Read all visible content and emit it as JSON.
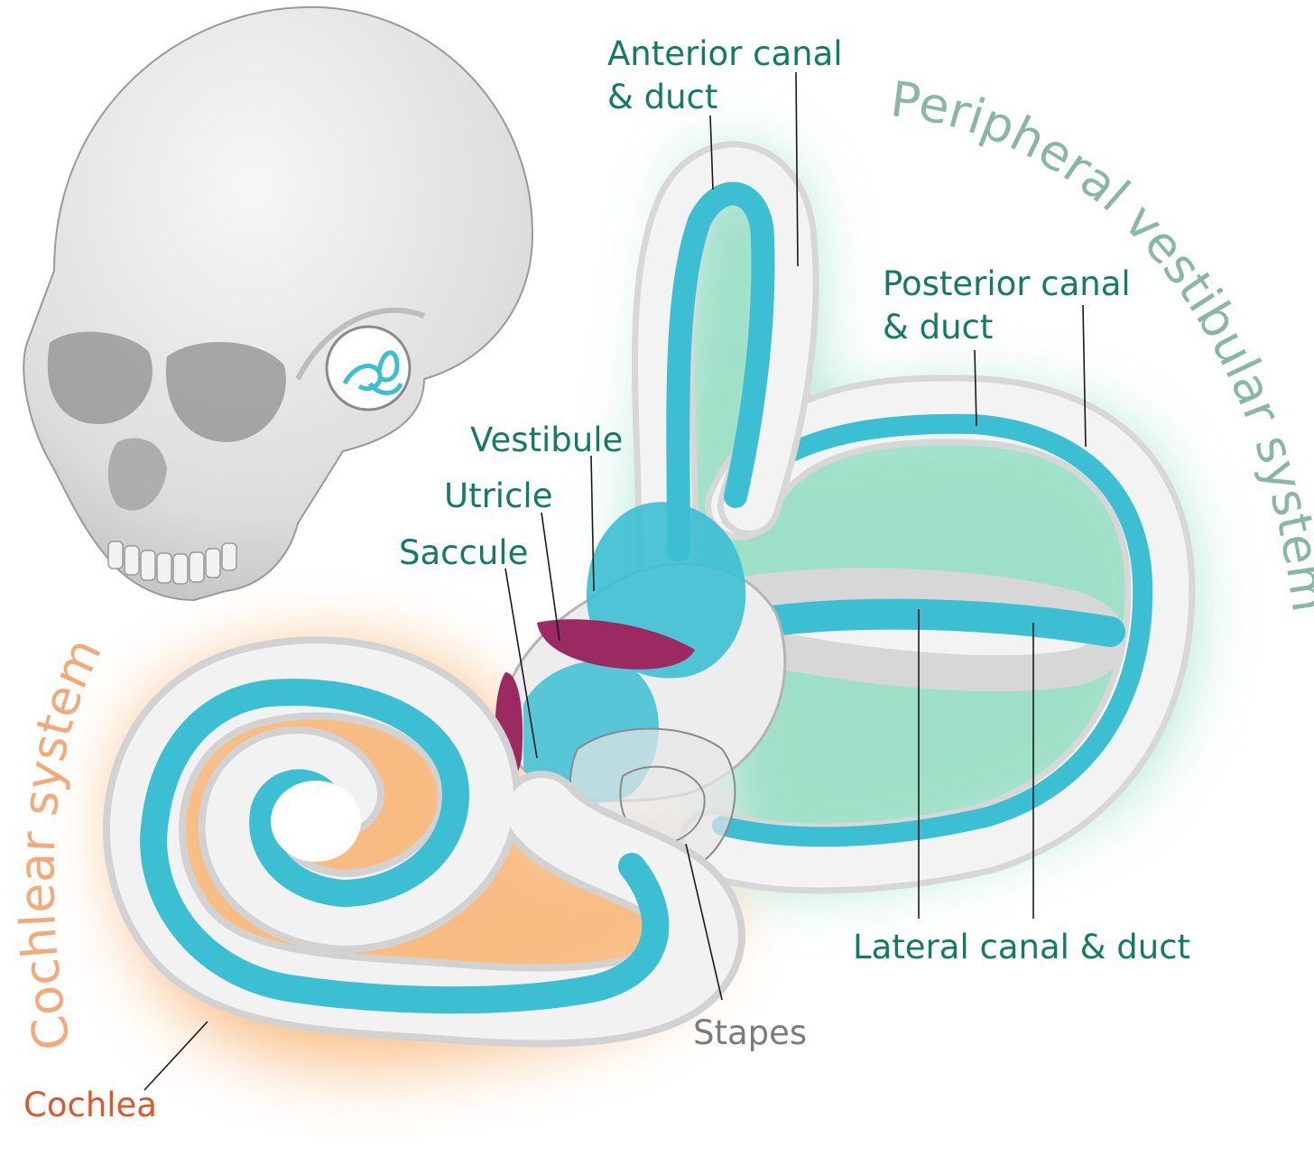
{
  "labels": {
    "anterior_line1": "Anterior canal",
    "anterior_line2": "& duct",
    "posterior_line1": "Posterior canal",
    "posterior_line2": "& duct",
    "vestibule": "Vestibule",
    "utricle": "Utricle",
    "saccule": "Saccule",
    "lateral": "Lateral canal & duct",
    "stapes": "Stapes",
    "cochlea": "Cochlea"
  },
  "systems": {
    "peripheral": "Peripheral vestibular system",
    "cochlear": "Cochlear system"
  },
  "colors": {
    "duct": "#3cbfd3",
    "bone": "#ececec",
    "macula": "#9c2a62",
    "vestibular_glow": "#4fc79a",
    "cochlear_glow": "#f6a65a",
    "label_green": "#137a64",
    "label_orange": "#e0552a",
    "label_gray": "#7b7b7b"
  }
}
